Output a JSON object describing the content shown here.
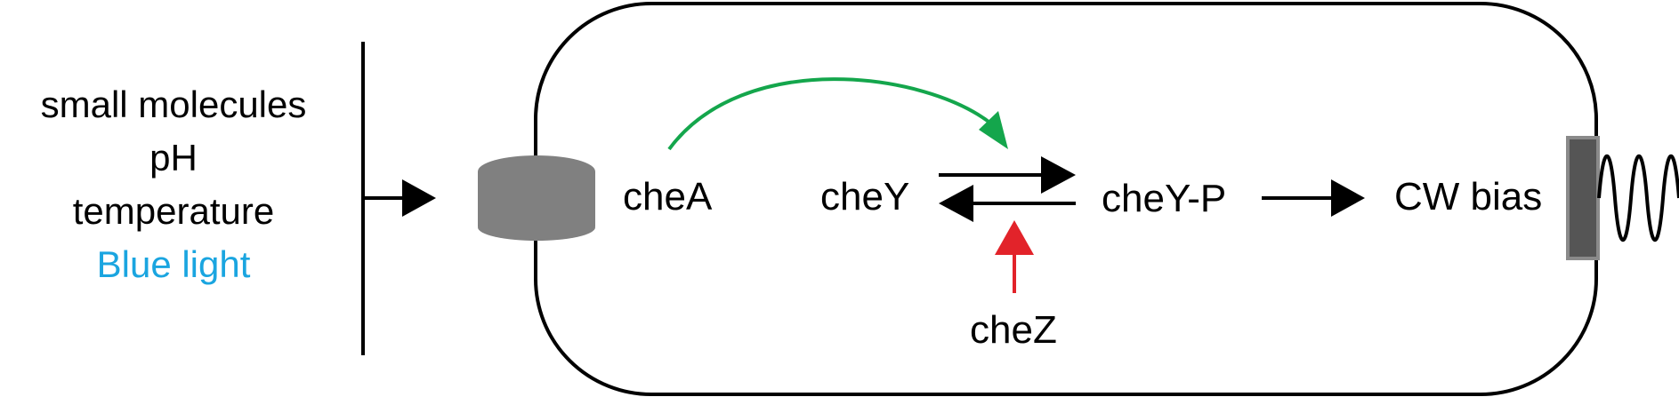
{
  "stimuli": {
    "items": [
      "small molecules",
      "pH",
      "temperature"
    ],
    "highlight": "Blue light"
  },
  "labels": {
    "chea": "cheA",
    "chey": "cheY",
    "cheyp": "cheY-P",
    "chez": "cheZ",
    "cw": "CW bias"
  },
  "colors": {
    "text": "#000000",
    "highlight": "#1aa5e0",
    "activation": "#14a64c",
    "inhibition": "#e2232a",
    "receptor": "#808080",
    "motor": "#555555"
  }
}
